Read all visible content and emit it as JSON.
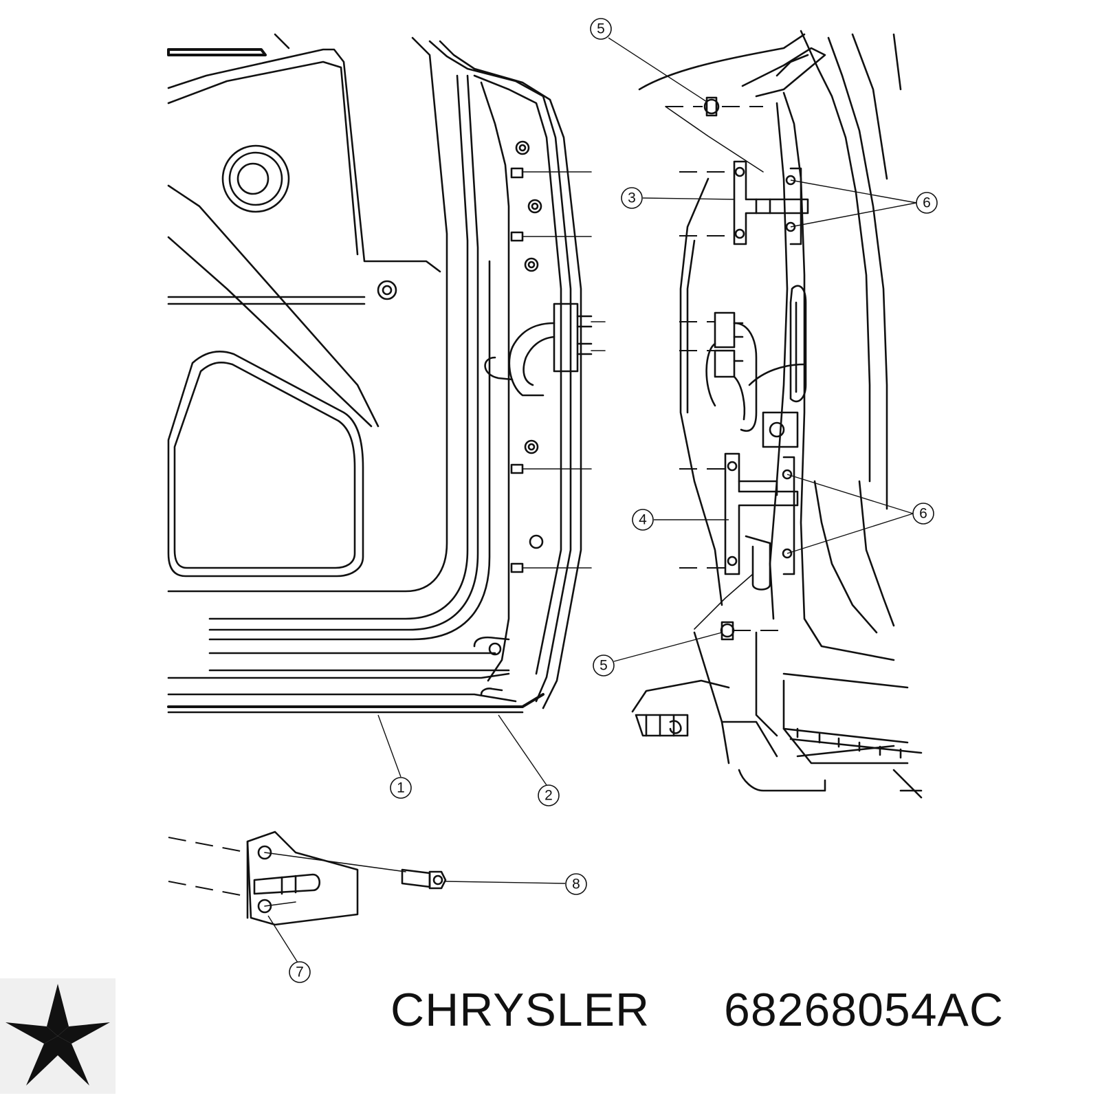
{
  "callouts": [
    "1",
    "2",
    "3",
    "4",
    "5",
    "6",
    "7",
    "8"
  ],
  "footer": {
    "brand": "CHRYSLER",
    "part_number": "68268054AC"
  },
  "logo": {
    "icon": "chrysler-pentastar-icon",
    "color": "#111111"
  },
  "colors": {
    "line": "#111111",
    "background": "#ffffff"
  }
}
